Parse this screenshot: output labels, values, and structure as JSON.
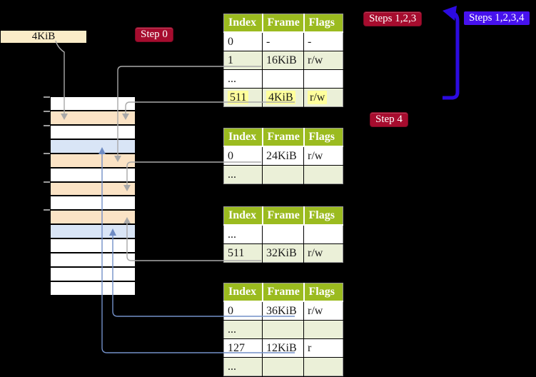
{
  "frame_size_box": {
    "label": "4KiB"
  },
  "badges": {
    "step0": "Step 0",
    "steps123": "Steps 1,2,3",
    "steps1234": "Steps 1,2,3,4",
    "step4": "Step 4"
  },
  "page_tables": [
    {
      "headers": [
        "Index",
        "Frame",
        "Flags"
      ],
      "rows": [
        {
          "index": "0",
          "frame": "-",
          "flags": "-"
        },
        {
          "index": "1",
          "frame": "16KiB",
          "flags": "r/w"
        },
        {
          "index": "...",
          "frame": "",
          "flags": ""
        },
        {
          "index": "511",
          "frame": "4KiB",
          "flags": "r/w"
        }
      ],
      "highlighted_row": "511"
    },
    {
      "headers": [
        "Index",
        "Frame",
        "Flags"
      ],
      "rows": [
        {
          "index": "0",
          "frame": "24KiB",
          "flags": "r/w"
        },
        {
          "index": "...",
          "frame": "",
          "flags": ""
        }
      ]
    },
    {
      "headers": [
        "Index",
        "Frame",
        "Flags"
      ],
      "rows": [
        {
          "index": "...",
          "frame": "",
          "flags": ""
        },
        {
          "index": "511",
          "frame": "32KiB",
          "flags": "r/w"
        }
      ]
    },
    {
      "headers": [
        "Index",
        "Frame",
        "Flags"
      ],
      "rows": [
        {
          "index": "0",
          "frame": "36KiB",
          "flags": "r/w"
        },
        {
          "index": "...",
          "frame": "",
          "flags": ""
        },
        {
          "index": "127",
          "frame": "12KiB",
          "flags": "r"
        },
        {
          "index": "...",
          "frame": "",
          "flags": ""
        }
      ]
    }
  ],
  "memory_strip": {
    "rows": [
      {
        "type": "free"
      },
      {
        "type": "table"
      },
      {
        "type": "free"
      },
      {
        "type": "data"
      },
      {
        "type": "table"
      },
      {
        "type": "free"
      },
      {
        "type": "table"
      },
      {
        "type": "free"
      },
      {
        "type": "table"
      },
      {
        "type": "data"
      },
      {
        "type": "free"
      },
      {
        "type": "free"
      },
      {
        "type": "free"
      },
      {
        "type": "free"
      }
    ]
  },
  "colors": {
    "background": "#000000",
    "table_header_green": "#9bbb1f",
    "table_alt_row_green": "#ebf0d8",
    "frame_page_table_peach": "#fbe3c5",
    "frame_data_blue": "#d9e5f6",
    "frame_size_box_cream": "#faecc8",
    "badge_red": "#a60c2e",
    "badge_blue": "#4712ee",
    "arrow_grey": "#a9a9a9",
    "arrow_steel_blue": "#7390c8",
    "loop_arrow_blue": "#2c0be0",
    "highlight_yellow": "#ffff9c"
  }
}
